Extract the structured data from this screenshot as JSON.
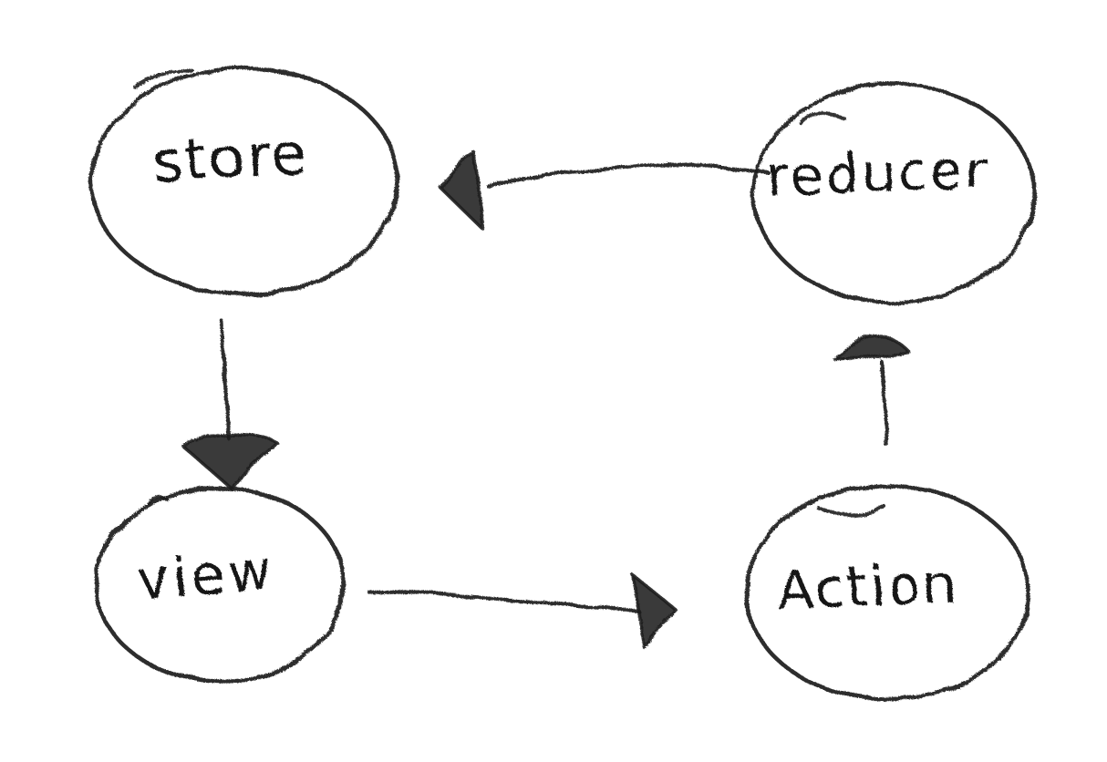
{
  "diagram": {
    "kind": "flowchart",
    "style": "hand-drawn-pencil-sketch",
    "background_color": "#ffffff",
    "ink_color": "#1c1c1c",
    "nodes": [
      {
        "id": "store",
        "label": "store",
        "shape": "ellipse"
      },
      {
        "id": "reducer",
        "label": "reducer",
        "shape": "ellipse"
      },
      {
        "id": "view",
        "label": "view",
        "shape": "ellipse"
      },
      {
        "id": "action",
        "label": "Action",
        "shape": "ellipse"
      }
    ],
    "edges": [
      {
        "from": "reducer",
        "to": "store",
        "direction": "left",
        "arrowhead": "filled-scribble"
      },
      {
        "from": "store",
        "to": "view",
        "direction": "down",
        "arrowhead": "filled-scribble-wide"
      },
      {
        "from": "view",
        "to": "action",
        "direction": "right",
        "arrowhead": "filled-scribble"
      },
      {
        "from": "action",
        "to": "reducer",
        "direction": "up",
        "arrowhead": "filled-scribble-wide"
      }
    ]
  }
}
